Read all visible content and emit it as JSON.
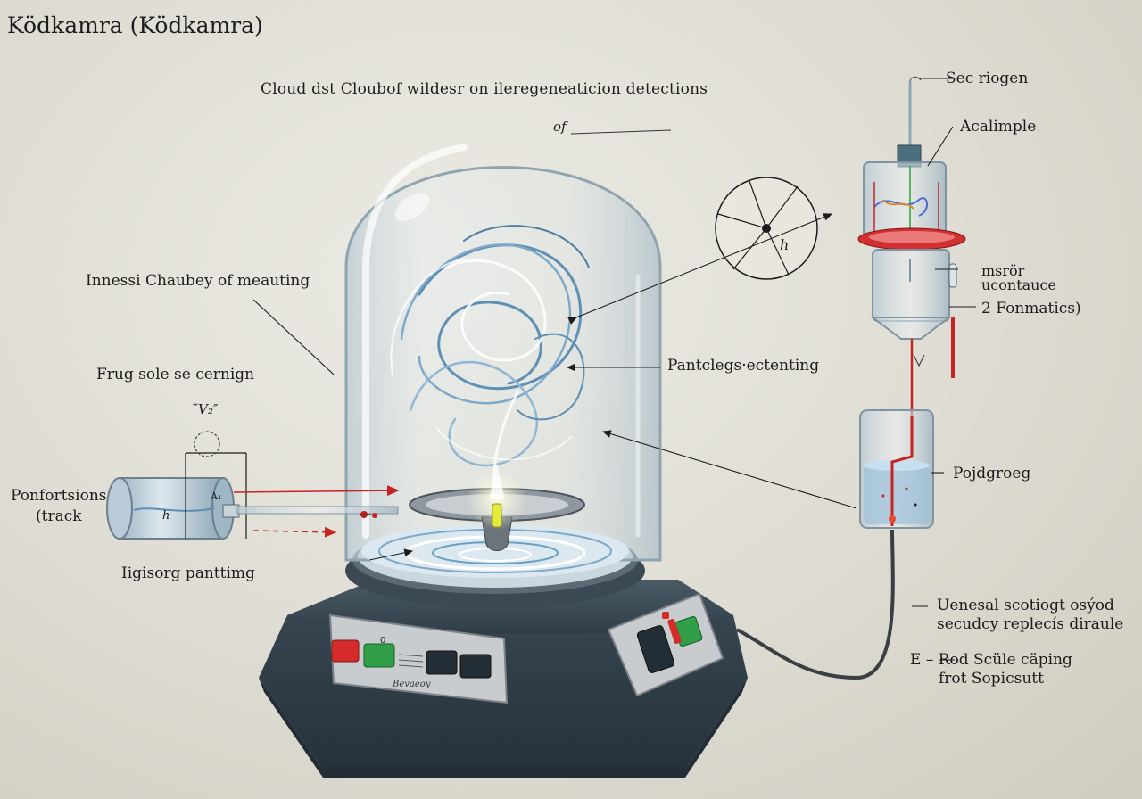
{
  "title": "Ködkamra (Ködkamra)",
  "subtitle": "Cloud dst Cloubof wildesr on ileregeneaticion detections",
  "subtitle_note": "of",
  "labels": {
    "chamber": "Innessi Chaubey of meauting",
    "source_top": "Frug sole se cernign",
    "source_formula": "̃V₂″",
    "source_left_line1": "Ponfortsions",
    "source_left_line2": "(track",
    "lighting": "Iigisorg panttimg",
    "particle": "Pantclegs·ectenting",
    "gauge_symbol": "h",
    "cylinder_letter": "h",
    "cylinder_marker": "A₁",
    "sec_nitrogen": "Sec riogen",
    "acalimple": "Acalimple",
    "sensor_line1": "msrör",
    "sensor_line2": "ucontauce",
    "fonmatics": "2 Fonmatics)",
    "beaker": "Pojdgroeg",
    "uenesal_line1": "Uenesal scotiogt osýod",
    "uenesal_line2": "secudcy replecís diraule",
    "rod_line1": "E – Rod Scüle cäping",
    "rod_line2": "frot Sopicsutt",
    "panel_left_mark": "0",
    "panel_left_caption": "Bevaeoy"
  },
  "colors": {
    "base": "#34444f",
    "red_button": "#d62b2b",
    "green_button": "#2f9e46",
    "accent_red": "#c62323",
    "cloud_blue": "#6a9fc4"
  }
}
